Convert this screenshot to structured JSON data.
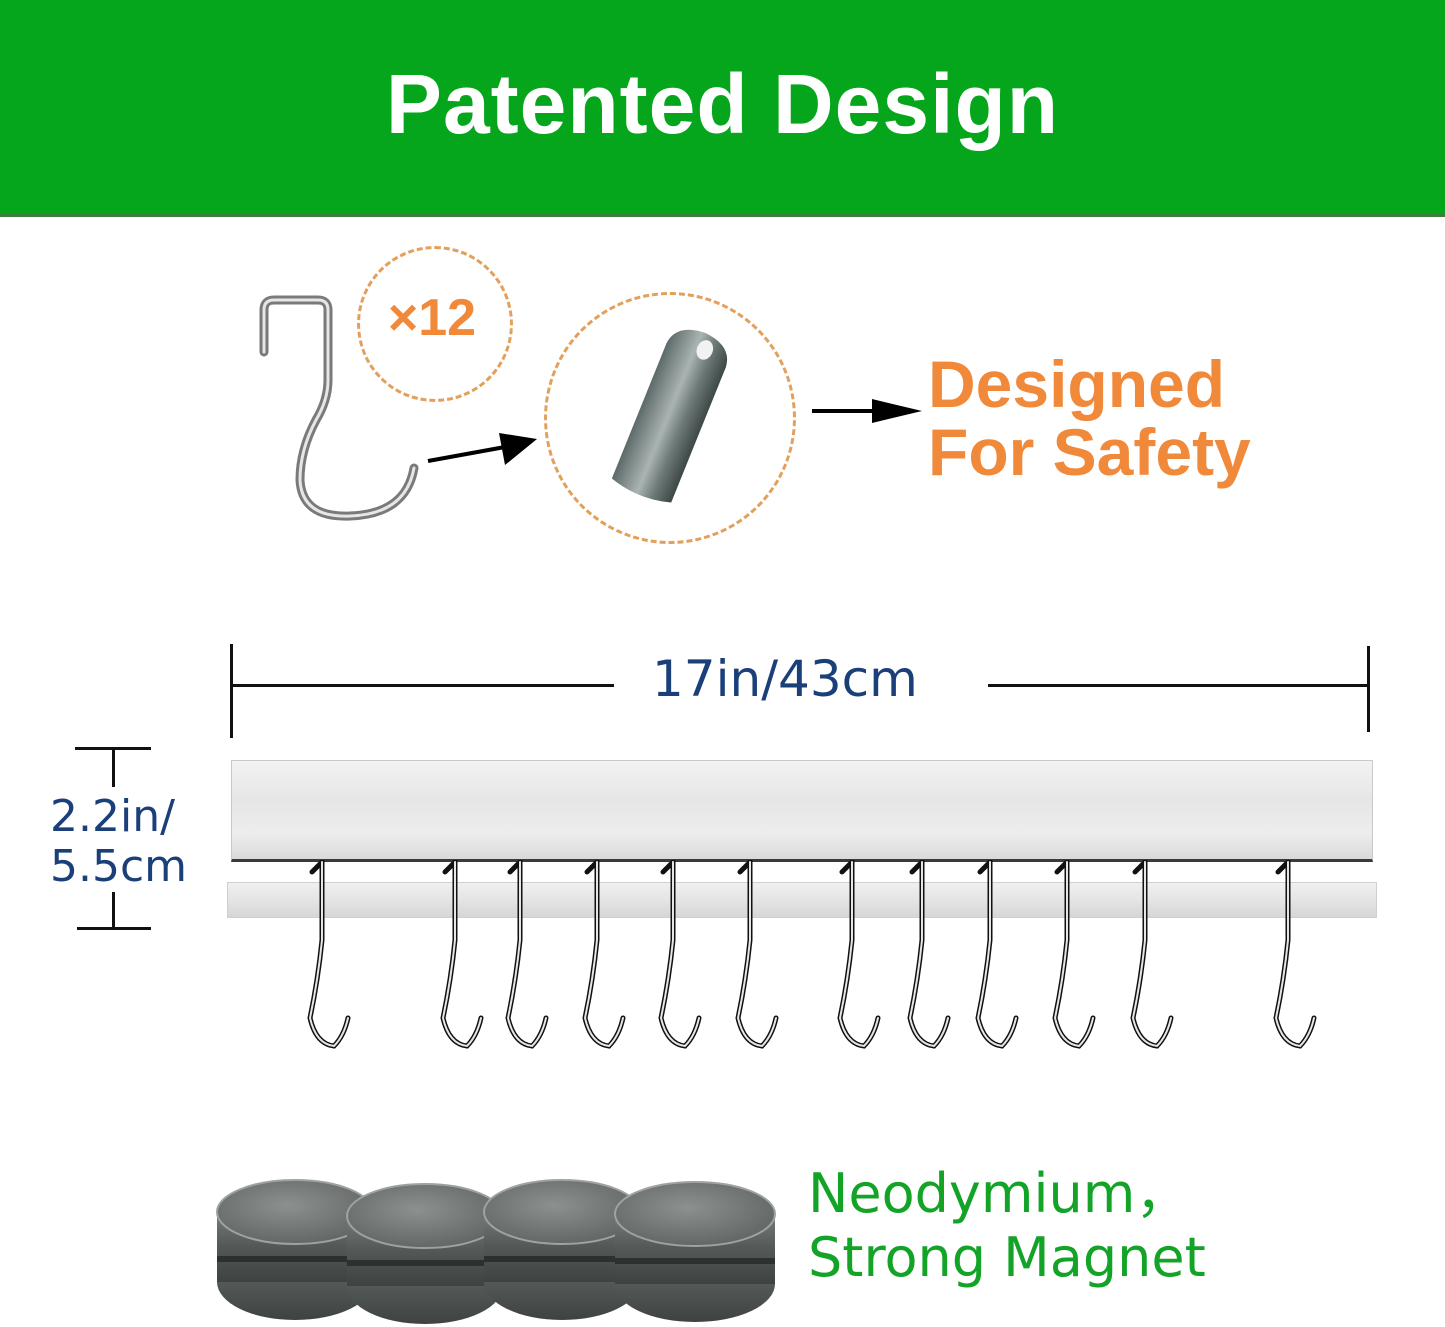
{
  "banner": {
    "title": "Patented Design",
    "background_color": "#05a51c",
    "text_color": "#ffffff"
  },
  "hook_detail": {
    "count_label": "×12",
    "tagline_line1": "Designed",
    "tagline_line2": "For Safety",
    "accent_color": "#f0893a",
    "icons": [
      "s-hook-icon",
      "hook-tip-closeup-icon",
      "arrow-right-icon"
    ]
  },
  "dimensions": {
    "width_label": "17in/43cm",
    "height_label_line1": "2.2in/",
    "height_label_line2": "5.5cm",
    "label_color": "#1b3f79"
  },
  "rail": {
    "hook_count": 12,
    "hook_positions_x": [
      322,
      455,
      520,
      597,
      673,
      750,
      852,
      922,
      990,
      1067,
      1145,
      1288
    ]
  },
  "magnets": {
    "count": 4,
    "caption_line1": "Neodymium，",
    "caption_line2": "Strong Magnet",
    "caption_color": "#13a327"
  }
}
